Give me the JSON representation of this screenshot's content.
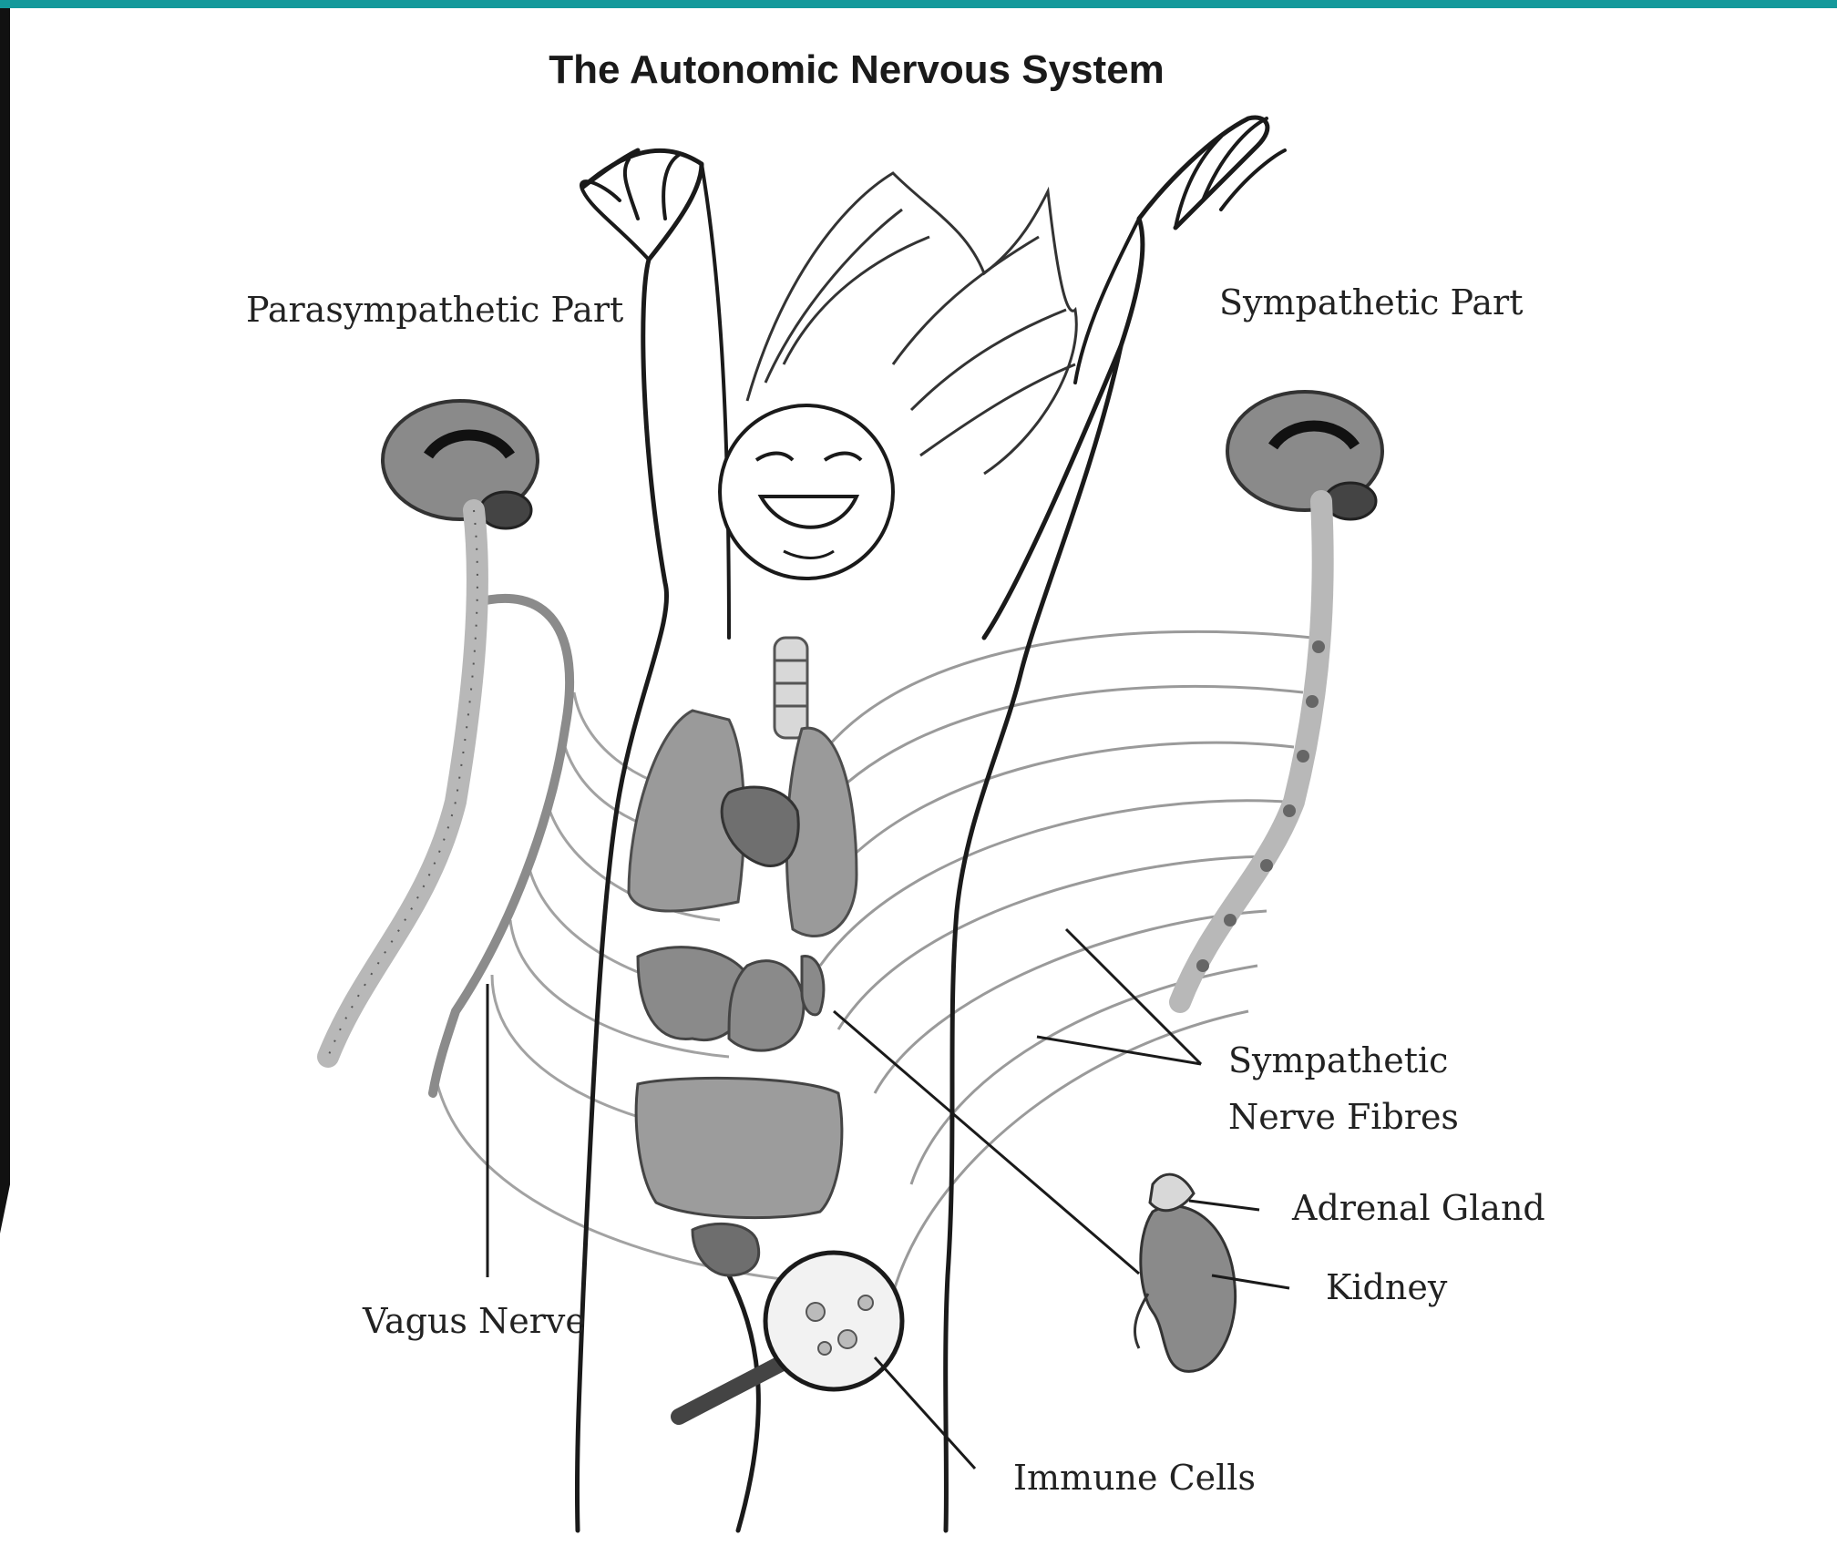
{
  "title": "The Autonomic Nervous System",
  "labels": {
    "parasympathetic": "Parasympathetic Part",
    "sympathetic": "Sympathetic Part",
    "sympathetic_fibres_line1": "Sympathetic",
    "sympathetic_fibres_line2": "Nerve Fibres",
    "adrenal_gland": "Adrenal Gland",
    "kidney": "Kidney",
    "vagus_nerve": "Vagus Nerve",
    "immune_cells": "Immune Cells"
  },
  "colors": {
    "accent_bar": "#14999b",
    "frame_bar": "#111111",
    "outline": "#1a1a1a",
    "organ_gray": "#8f8f8f",
    "nerve_gray": "#9c9c9c"
  }
}
